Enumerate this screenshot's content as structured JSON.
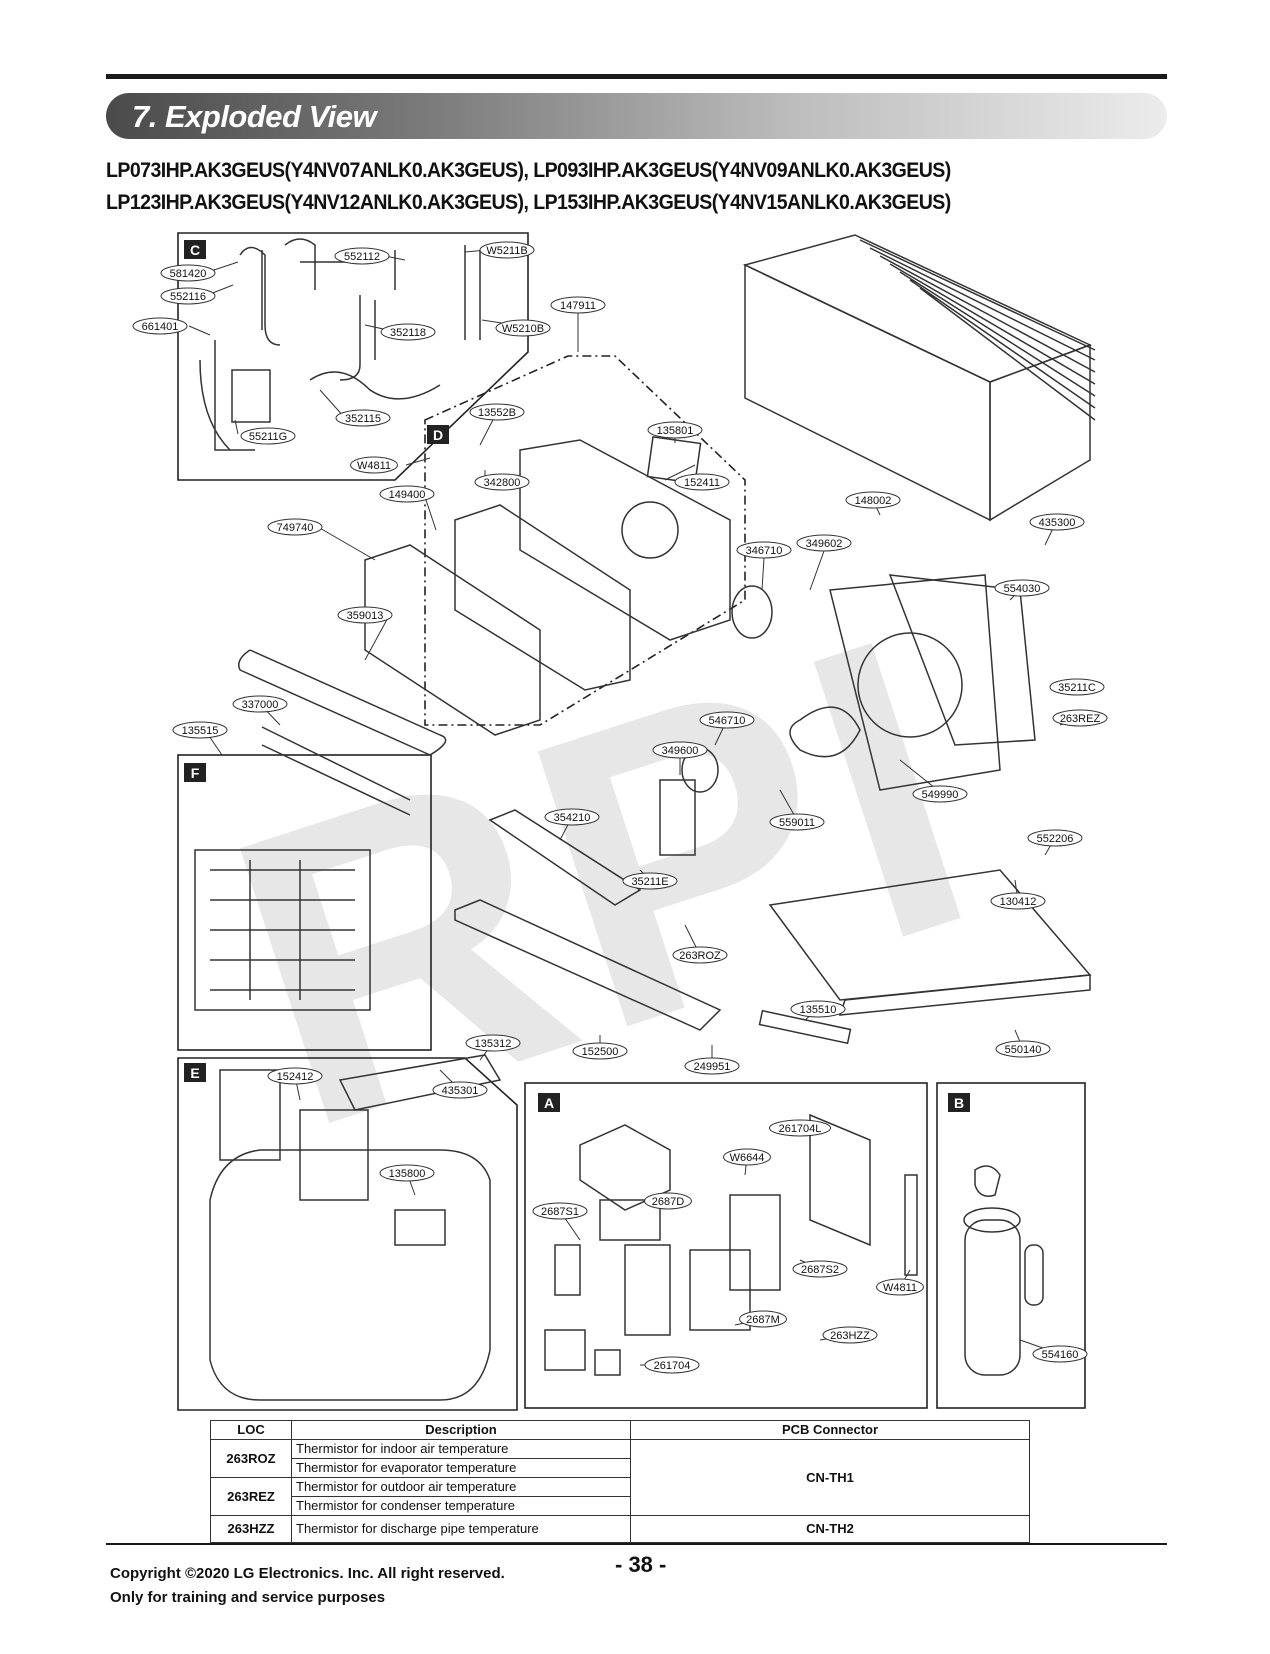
{
  "section_title": "7. Exploded View",
  "models": [
    "LP073IHP.AK3GEUS(Y4NV07ANLK0.AK3GEUS), LP093IHP.AK3GEUS(Y4NV09ANLK0.AK3GEUS)",
    "LP123IHP.AK3GEUS(Y4NV12ANLK0.AK3GEUS), LP153IHP.AK3GEUS(Y4NV15ANLK0.AK3GEUS)"
  ],
  "watermark": "RPI",
  "section_letters": [
    "C",
    "D",
    "F",
    "E",
    "A",
    "B"
  ],
  "parts": {
    "p581420": "581420",
    "p552116": "552116",
    "p661401": "661401",
    "p552112": "552112",
    "p W5211B": "W5211B",
    "pW5211B": "W5211B",
    "pW5210B": "W5210B",
    "p352118": "352118",
    "p352115": "352115",
    "p55211G": "55211G",
    "p147911": "147911",
    "p13552B": "13552B",
    "p135801": "135801",
    "p152411": "152411",
    "pW4811a": "W4811",
    "p342800": "342800",
    "p149400": "149400",
    "p749740": "749740",
    "p148002": "148002",
    "p435300": "435300",
    "p346710": "346710",
    "p349602": "349602",
    "p554030": "554030",
    "p359013": "359013",
    "p35211C": "35211C",
    "p263REZ": "263REZ",
    "p337000": "337000",
    "p135515": "135515",
    "p546710": "546710",
    "p349600": "349600",
    "p549990": "549990",
    "p354210": "354210",
    "p559011": "559011",
    "p552206": "552206",
    "p35211E": "35211E",
    "p130412": "130412",
    "p263ROZ": "263ROZ",
    "p135510": "135510",
    "p550140": "550140",
    "p135312": "135312",
    "p152500": "152500",
    "p249951": "249951",
    "p152412": "152412",
    "p435301": "435301",
    "p135800": "135800",
    "p261704L": "261704L",
    "pW6644": "W6644",
    "p2687D": "2687D",
    "p2687S1": "2687S1",
    "p2687S2": "2687S2",
    "pW4811b": "W4811",
    "p2687M": "2687M",
    "p263HZZ": "263HZZ",
    "p261704": "261704",
    "p554160": "554160"
  },
  "table": {
    "headers": [
      "LOC",
      "Description",
      "PCB Connector"
    ],
    "rows": [
      {
        "loc": "263ROZ",
        "desc": [
          "Thermistor for indoor air temperature",
          "Thermistor for evaporator temperature"
        ]
      },
      {
        "loc": "263REZ",
        "desc": [
          "Thermistor for outdoor air temperature",
          "Thermistor for condenser temperature"
        ]
      },
      {
        "loc": "263HZZ",
        "desc": [
          "Thermistor for discharge pipe temperature"
        ]
      }
    ],
    "connectors": [
      "CN-TH1",
      "CN-TH2"
    ]
  },
  "footer": {
    "copyright": "Copyright ©2020 LG Electronics. Inc. All right reserved.",
    "purpose": "Only for training and service purposes",
    "page": "- 38 -"
  }
}
